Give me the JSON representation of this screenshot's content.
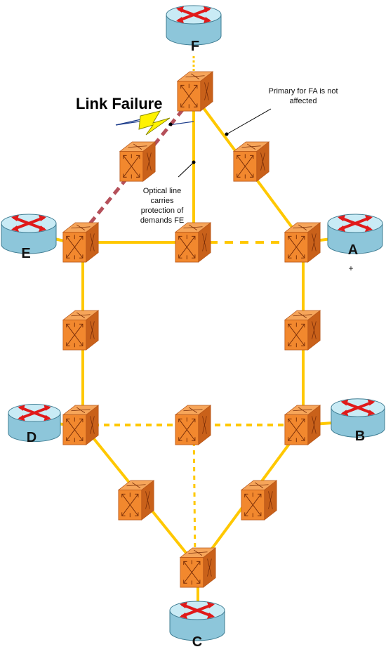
{
  "labels": {
    "link_failure": "Link Failure",
    "primary_note": [
      "Primary for FA is not",
      "affected"
    ],
    "optical_note": [
      "Optical line",
      "carries",
      "protection of",
      "demands FE"
    ],
    "plus_mark": "+"
  },
  "routers": [
    "F",
    "E",
    "A",
    "D",
    "B",
    "C"
  ],
  "colors": {
    "link": "#FFC800",
    "failed_link": "#B5505A",
    "router_top": "#C9EBF5",
    "router_side": "#8DC6DA",
    "router_arrow": "#E01A1A",
    "switch_face": "#F2882E",
    "switch_dark": "#C9611A",
    "switch_top": "#F6A55A",
    "bolt": "#FFF200"
  }
}
